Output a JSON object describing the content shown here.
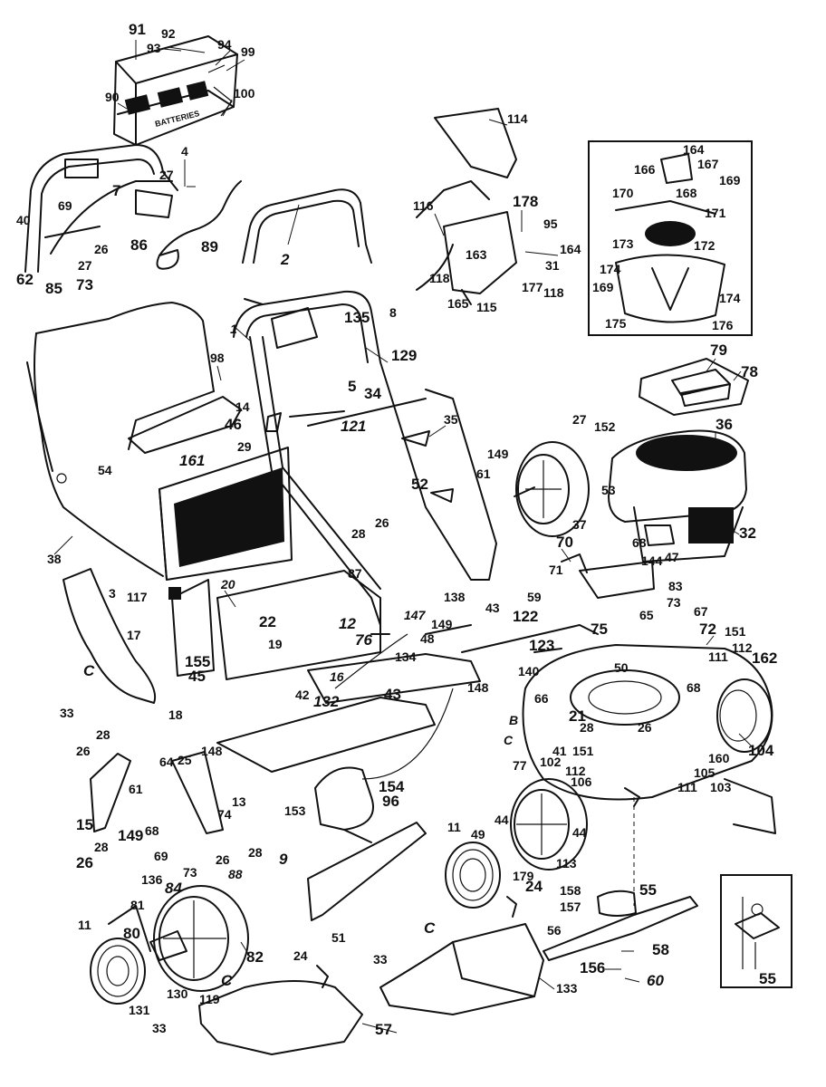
{
  "battery_text": "BATTERIES",
  "labels": [
    {
      "id": "91",
      "text": "91"
    },
    {
      "id": "92",
      "text": "92"
    },
    {
      "id": "93",
      "text": "93"
    },
    {
      "id": "94",
      "text": "94"
    },
    {
      "id": "99",
      "text": "99"
    },
    {
      "id": "90",
      "text": "90"
    },
    {
      "id": "100",
      "text": "100"
    },
    {
      "id": "4",
      "text": "4"
    },
    {
      "id": "27a",
      "text": "27"
    },
    {
      "id": "7",
      "text": "7"
    },
    {
      "id": "40",
      "text": "40"
    },
    {
      "id": "69a",
      "text": "69"
    },
    {
      "id": "26a",
      "text": "26"
    },
    {
      "id": "27b",
      "text": "27"
    },
    {
      "id": "86",
      "text": "86"
    },
    {
      "id": "89",
      "text": "89"
    },
    {
      "id": "62",
      "text": "62"
    },
    {
      "id": "85",
      "text": "85"
    },
    {
      "id": "73a",
      "text": "73"
    },
    {
      "id": "2",
      "text": "2"
    },
    {
      "id": "114",
      "text": "114"
    },
    {
      "id": "116",
      "text": "116"
    },
    {
      "id": "178",
      "text": "178"
    },
    {
      "id": "95",
      "text": "95"
    },
    {
      "id": "163",
      "text": "163"
    },
    {
      "id": "164a",
      "text": "164"
    },
    {
      "id": "31",
      "text": "31"
    },
    {
      "id": "118a",
      "text": "118"
    },
    {
      "id": "177",
      "text": "177"
    },
    {
      "id": "118b",
      "text": "118"
    },
    {
      "id": "165",
      "text": "165"
    },
    {
      "id": "115",
      "text": "115"
    },
    {
      "id": "164b",
      "text": "164"
    },
    {
      "id": "166",
      "text": "166"
    },
    {
      "id": "167",
      "text": "167"
    },
    {
      "id": "168",
      "text": "168"
    },
    {
      "id": "169a",
      "text": "169"
    },
    {
      "id": "170",
      "text": "170"
    },
    {
      "id": "171",
      "text": "171"
    },
    {
      "id": "173",
      "text": "173"
    },
    {
      "id": "172",
      "text": "172"
    },
    {
      "id": "174a",
      "text": "174"
    },
    {
      "id": "169b",
      "text": "169"
    },
    {
      "id": "174b",
      "text": "174"
    },
    {
      "id": "175",
      "text": "175"
    },
    {
      "id": "176",
      "text": "176"
    },
    {
      "id": "1",
      "text": "1"
    },
    {
      "id": "135",
      "text": "135"
    },
    {
      "id": "8",
      "text": "8"
    },
    {
      "id": "129",
      "text": "129"
    },
    {
      "id": "5",
      "text": "5"
    },
    {
      "id": "34",
      "text": "34"
    },
    {
      "id": "98",
      "text": "98"
    },
    {
      "id": "14",
      "text": "14"
    },
    {
      "id": "46",
      "text": "46"
    },
    {
      "id": "121",
      "text": "121"
    },
    {
      "id": "35",
      "text": "35"
    },
    {
      "id": "29",
      "text": "29"
    },
    {
      "id": "54",
      "text": "54"
    },
    {
      "id": "161",
      "text": "161"
    },
    {
      "id": "52",
      "text": "52"
    },
    {
      "id": "79",
      "text": "79"
    },
    {
      "id": "78",
      "text": "78"
    },
    {
      "id": "27c",
      "text": "27"
    },
    {
      "id": "152",
      "text": "152"
    },
    {
      "id": "36",
      "text": "36"
    },
    {
      "id": "149a",
      "text": "149"
    },
    {
      "id": "61a",
      "text": "61"
    },
    {
      "id": "53",
      "text": "53"
    },
    {
      "id": "37",
      "text": "37"
    },
    {
      "id": "32",
      "text": "32"
    },
    {
      "id": "38",
      "text": "38"
    },
    {
      "id": "28a",
      "text": "28"
    },
    {
      "id": "26b",
      "text": "26"
    },
    {
      "id": "3",
      "text": "3"
    },
    {
      "id": "20",
      "text": "20"
    },
    {
      "id": "87",
      "text": "87"
    },
    {
      "id": "117",
      "text": "117"
    },
    {
      "id": "12",
      "text": "12"
    },
    {
      "id": "22",
      "text": "22"
    },
    {
      "id": "17",
      "text": "17"
    },
    {
      "id": "19",
      "text": "19"
    },
    {
      "id": "76",
      "text": "76"
    },
    {
      "id": "C1",
      "text": "C"
    },
    {
      "id": "155",
      "text": "155"
    },
    {
      "id": "45",
      "text": "45"
    },
    {
      "id": "16",
      "text": "16"
    },
    {
      "id": "33a",
      "text": "33"
    },
    {
      "id": "70",
      "text": "70"
    },
    {
      "id": "68a",
      "text": "68"
    },
    {
      "id": "144",
      "text": "144"
    },
    {
      "id": "47",
      "text": "47"
    },
    {
      "id": "83",
      "text": "83"
    },
    {
      "id": "71",
      "text": "71"
    },
    {
      "id": "138",
      "text": "138"
    },
    {
      "id": "43a",
      "text": "43"
    },
    {
      "id": "59",
      "text": "59"
    },
    {
      "id": "147",
      "text": "147"
    },
    {
      "id": "122",
      "text": "122"
    },
    {
      "id": "65",
      "text": "65"
    },
    {
      "id": "73b",
      "text": "73"
    },
    {
      "id": "67",
      "text": "67"
    },
    {
      "id": "149b",
      "text": "149"
    },
    {
      "id": "48",
      "text": "48"
    },
    {
      "id": "75",
      "text": "75"
    },
    {
      "id": "72",
      "text": "72"
    },
    {
      "id": "151a",
      "text": "151"
    },
    {
      "id": "123",
      "text": "123"
    },
    {
      "id": "111a",
      "text": "111"
    },
    {
      "id": "112a",
      "text": "112"
    },
    {
      "id": "162",
      "text": "162"
    },
    {
      "id": "134",
      "text": "134"
    },
    {
      "id": "42",
      "text": "42"
    },
    {
      "id": "132",
      "text": "132"
    },
    {
      "id": "43b",
      "text": "43"
    },
    {
      "id": "148a",
      "text": "148"
    },
    {
      "id": "140",
      "text": "140"
    },
    {
      "id": "50",
      "text": "50"
    },
    {
      "id": "68b",
      "text": "68"
    },
    {
      "id": "18",
      "text": "18"
    },
    {
      "id": "66",
      "text": "66"
    },
    {
      "id": "B",
      "text": "B"
    },
    {
      "id": "21",
      "text": "21"
    },
    {
      "id": "28b",
      "text": "28"
    },
    {
      "id": "26c",
      "text": "26"
    },
    {
      "id": "104",
      "text": "104"
    },
    {
      "id": "C2",
      "text": "C"
    },
    {
      "id": "41",
      "text": "41"
    },
    {
      "id": "151b",
      "text": "151"
    },
    {
      "id": "160",
      "text": "160"
    },
    {
      "id": "105",
      "text": "105"
    },
    {
      "id": "77",
      "text": "77"
    },
    {
      "id": "102",
      "text": "102"
    },
    {
      "id": "112b",
      "text": "112"
    },
    {
      "id": "111b",
      "text": "111"
    },
    {
      "id": "103",
      "text": "103"
    },
    {
      "id": "28c",
      "text": "28"
    },
    {
      "id": "26d",
      "text": "26"
    },
    {
      "id": "64",
      "text": "64"
    },
    {
      "id": "25",
      "text": "25"
    },
    {
      "id": "148b",
      "text": "148"
    },
    {
      "id": "154",
      "text": "154"
    },
    {
      "id": "106",
      "text": "106"
    },
    {
      "id": "61b",
      "text": "61"
    },
    {
      "id": "13",
      "text": "13"
    },
    {
      "id": "74",
      "text": "74"
    },
    {
      "id": "15",
      "text": "15"
    },
    {
      "id": "149c",
      "text": "149"
    },
    {
      "id": "68c",
      "text": "68"
    },
    {
      "id": "153",
      "text": "153"
    },
    {
      "id": "96",
      "text": "96"
    },
    {
      "id": "26e",
      "text": "26"
    },
    {
      "id": "28d",
      "text": "28"
    },
    {
      "id": "69b",
      "text": "69"
    },
    {
      "id": "26f",
      "text": "26"
    },
    {
      "id": "28e",
      "text": "28"
    },
    {
      "id": "9",
      "text": "9"
    },
    {
      "id": "73c",
      "text": "73"
    },
    {
      "id": "88",
      "text": "88"
    },
    {
      "id": "11a",
      "text": "11"
    },
    {
      "id": "49",
      "text": "49"
    },
    {
      "id": "44a",
      "text": "44"
    },
    {
      "id": "44b",
      "text": "44"
    },
    {
      "id": "113",
      "text": "113"
    },
    {
      "id": "179",
      "text": "179"
    },
    {
      "id": "24a",
      "text": "24"
    },
    {
      "id": "158",
      "text": "158"
    },
    {
      "id": "55a",
      "text": "55"
    },
    {
      "id": "157",
      "text": "157"
    },
    {
      "id": "136",
      "text": "136"
    },
    {
      "id": "84",
      "text": "84"
    },
    {
      "id": "81",
      "text": "81"
    },
    {
      "id": "11b",
      "text": "11"
    },
    {
      "id": "80",
      "text": "80"
    },
    {
      "id": "82",
      "text": "82"
    },
    {
      "id": "51",
      "text": "51"
    },
    {
      "id": "C3",
      "text": "C"
    },
    {
      "id": "56",
      "text": "56"
    },
    {
      "id": "58",
      "text": "58"
    },
    {
      "id": "24b",
      "text": "24"
    },
    {
      "id": "33b",
      "text": "33"
    },
    {
      "id": "156",
      "text": "156"
    },
    {
      "id": "60",
      "text": "60"
    },
    {
      "id": "C4",
      "text": "C"
    },
    {
      "id": "131",
      "text": "131"
    },
    {
      "id": "130",
      "text": "130"
    },
    {
      "id": "119",
      "text": "119"
    },
    {
      "id": "133",
      "text": "133"
    },
    {
      "id": "33c",
      "text": "33"
    },
    {
      "id": "57",
      "text": "57"
    },
    {
      "id": "55b",
      "text": "55"
    }
  ]
}
